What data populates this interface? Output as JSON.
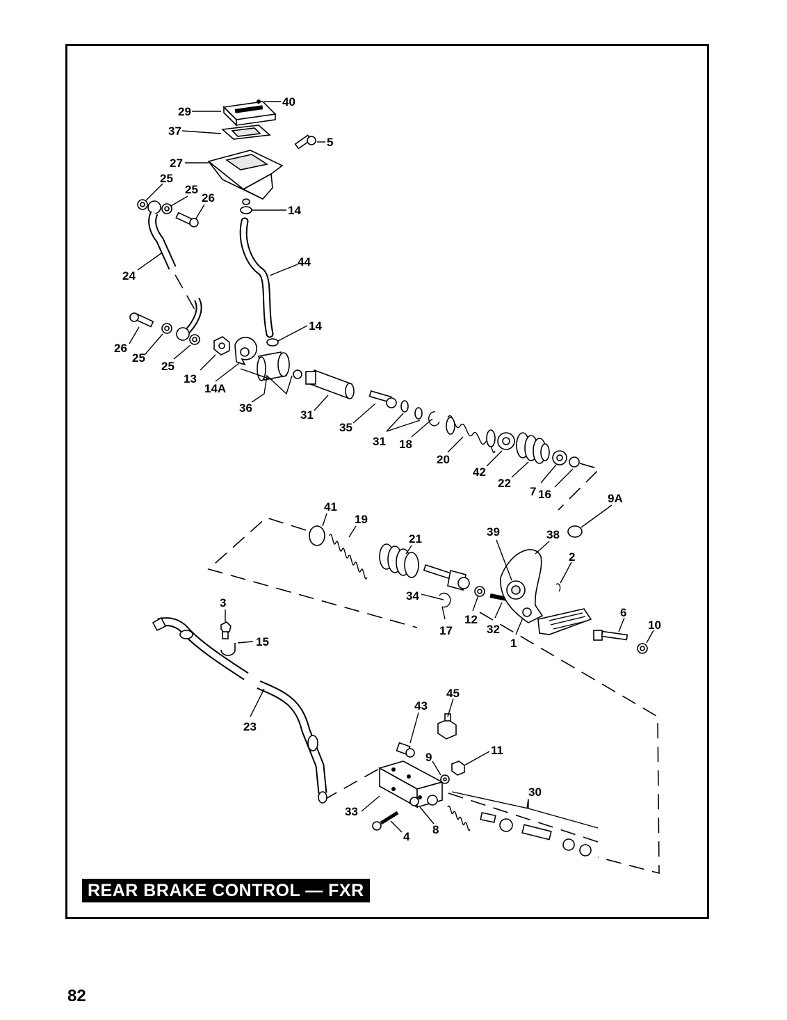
{
  "title": "REAR BRAKE CONTROL — FXR",
  "page_number": "82",
  "callouts": {
    "p40": "40",
    "p29": "29",
    "p37": "37",
    "p5": "5",
    "p27": "27",
    "p25a": "25",
    "p25b": "25",
    "p26a": "26",
    "p14a": "14",
    "p24": "24",
    "p44": "44",
    "p14b": "14",
    "p26b": "26",
    "p25c": "25",
    "p25d": "25",
    "p13": "13",
    "p14A": "14A",
    "p36": "36",
    "p31a": "31",
    "p35": "35",
    "p31b": "31",
    "p18": "18",
    "p20": "20",
    "p42": "42",
    "p22": "22",
    "p7": "7",
    "p16": "16",
    "p9A": "9A",
    "p41": "41",
    "p19": "19",
    "p21": "21",
    "p39": "39",
    "p38": "38",
    "p2": "2",
    "p34": "34",
    "p17": "17",
    "p12": "12",
    "p32": "32",
    "p1": "1",
    "p6": "6",
    "p10": "10",
    "p3": "3",
    "p15": "15",
    "p23": "23",
    "p45": "45",
    "p43": "43",
    "p11": "11",
    "p9": "9",
    "p30": "30",
    "p33": "33",
    "p8": "8",
    "p4": "4"
  }
}
